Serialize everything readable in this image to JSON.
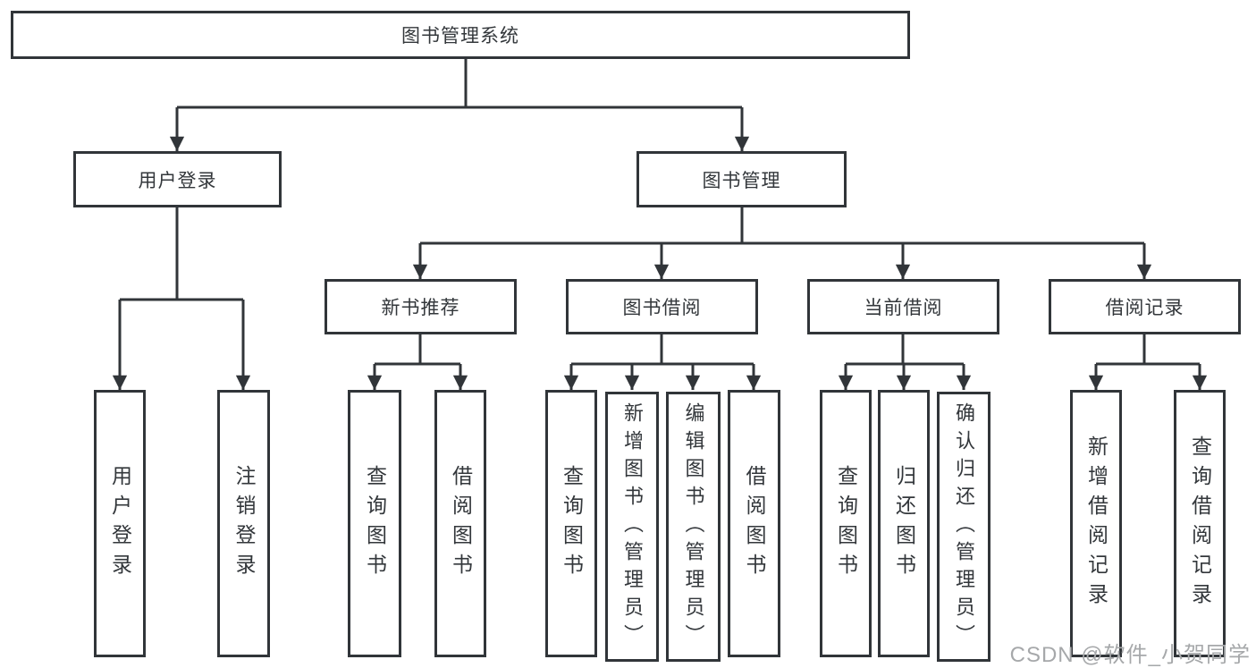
{
  "diagram": {
    "root": {
      "label": "图书管理系统"
    },
    "branches": [
      {
        "label": "用户登录",
        "children": [
          {
            "label": "用户登录"
          },
          {
            "label": "注销登录"
          }
        ]
      },
      {
        "label": "图书管理",
        "children": [
          {
            "label": "新书推荐",
            "children": [
              {
                "label": "查询图书"
              },
              {
                "label": "借阅图书"
              }
            ]
          },
          {
            "label": "图书借阅",
            "children": [
              {
                "label": "查询图书"
              },
              {
                "label": "新增图书（管理员）"
              },
              {
                "label": "编辑图书（管理员）"
              },
              {
                "label": "借阅图书"
              }
            ]
          },
          {
            "label": "当前借阅",
            "children": [
              {
                "label": "查询图书"
              },
              {
                "label": "归还图书"
              },
              {
                "label": "确认归还（管理员）"
              }
            ]
          },
          {
            "label": "借阅记录",
            "children": [
              {
                "label": "新增借阅记录"
              },
              {
                "label": "查询借阅记录"
              }
            ]
          }
        ]
      }
    ]
  },
  "watermark": {
    "text": "CSDN @软件_小贺同学",
    "color": "#a6a8aa"
  },
  "colors": {
    "line": "#313539",
    "box_border": "#313539",
    "box_fill": "#ffffff",
    "text": "#33373b",
    "background": "#ffffff"
  }
}
